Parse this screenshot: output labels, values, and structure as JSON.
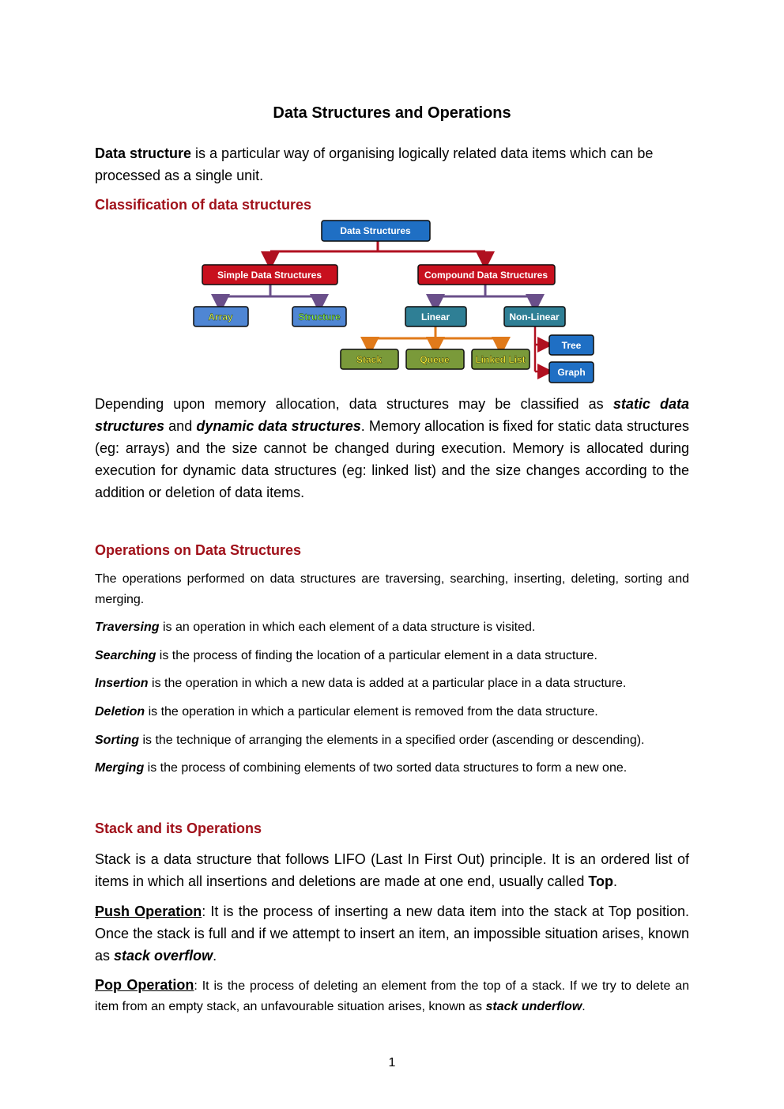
{
  "title": "Data Structures and Operations",
  "intro": {
    "term": "Data structure",
    "text": " is a particular way of organising logically related data items which can be processed as a single unit."
  },
  "classification_heading": "Classification of data structures",
  "diagram": {
    "root": "Data Structures",
    "simple": "Simple Data Structures",
    "compound": "Compound Data Structures",
    "array": "Array",
    "structure": "Structure",
    "linear": "Linear",
    "nonlinear": "Non-Linear",
    "stack": "Stack",
    "queue": "Queue",
    "linkedlist": "Linked List",
    "tree": "Tree",
    "graph": "Graph"
  },
  "memory_para": {
    "p1": "Depending upon memory allocation, data structures may be classified as ",
    "static": "static data structures",
    "p2": " and ",
    "dynamic": "dynamic data structures",
    "p3": ". Memory allocation is fixed for static data structures (eg: arrays) and the size cannot be changed during execution. Memory is allocated during execution for dynamic data structures (eg: linked list) and the size changes according to the addition or deletion of data items."
  },
  "operations_heading": "Operations on Data Structures",
  "operations_intro": "The operations performed on data structures are traversing, searching, inserting, deleting, sorting and merging.",
  "operations": [
    {
      "term": "Traversing",
      "text": " is an operation in which each element of a data structure is visited."
    },
    {
      "term": "Searching",
      "text": " is the process of finding the location of a particular element in a data structure."
    },
    {
      "term": "Insertion",
      "text": " is the operation in which a new data is added at a particular place in a data structure."
    },
    {
      "term": "Deletion",
      "text": " is the operation in which a particular element is removed from the data structure."
    },
    {
      "term": "Sorting",
      "text": " is the technique of arranging the elements in a specified order (ascending or descending)."
    },
    {
      "term": "Merging",
      "text": " is the process of combining elements of two sorted data structures to form a new one."
    }
  ],
  "stack_heading": "Stack and its Operations",
  "stack_para": {
    "p1": "Stack is a data structure that follows LIFO (Last In First Out) principle. It is an ordered list of items in which all insertions and deletions are made at one end, usually called ",
    "top": "Top",
    "p2": "."
  },
  "push_para": {
    "label": "Push Operation",
    "p1": ": It is the process of inserting a new data item into the stack at Top position. Once the stack is full and if we attempt to insert an item, an impossible situation arises, known as ",
    "term": "stack overflow",
    "p2": "."
  },
  "pop_para": {
    "label": "Pop Operation",
    "p1": ":  It is the process of deleting an element from the top of a stack. If we try to delete an item from an empty stack, an unfavourable situation arises, known as ",
    "term": "stack underflow",
    "p2": "."
  },
  "page_number": "1",
  "colors": {
    "heading": "#a0111a",
    "blue_box": "#1f6fc4",
    "red_box": "#c8101e",
    "light_blue_box": "#4f86d4",
    "teal_box": "#2f7f95",
    "olive_box": "#7a9a3a",
    "connector_red": "#b01020",
    "connector_purple": "#6a4f8a",
    "connector_orange": "#e07a1a"
  }
}
